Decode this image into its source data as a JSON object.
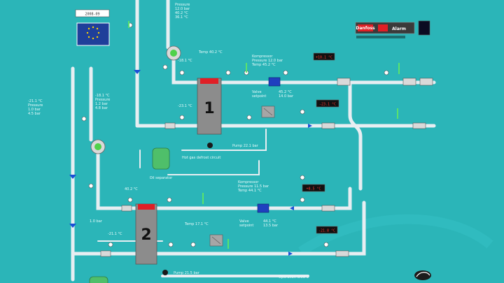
{
  "header": {
    "date_label": "2008-09",
    "eu_flag_icon": "eu-flag-icon",
    "brand_label": "Alarm",
    "brand_sub": "Danfoss"
  },
  "unit1": {
    "number": "1",
    "temp_top": "Temp 40.2 °C",
    "temp_left": "-18.1 °C",
    "temp_mid": "-23.1 °C",
    "display_top": "+10.1 °C",
    "display_right": "-23.1 °C",
    "right_info": "Kompressor\nPressure 12.0 bar\nTemp 45.2 °C",
    "valve_label": "Valve\nsetpoint",
    "valve_values": "45.2 °C\n14.0 bar",
    "left_block": "-18.1 °C\nPressure\n1.2 bar\n4.8 bar",
    "top_col": "Pressure\n12.0 bar\n40.2 °C\n36.1 °C",
    "pump_label": "Pump 22.1 bar",
    "tank_label": "Oil separator",
    "bottom_label": "Hot gas defrost circuit"
  },
  "unit2": {
    "number": "2",
    "temp_top": "40.2 °C",
    "temp_left": "-21.1 °C",
    "temp_right": "Temp 17.1 °C",
    "display_top": "+8.5 °C",
    "display_right": "-21.8 °C",
    "right_info": "Kompressor\nPressure 11.5 bar\nTemp 44.1 °C",
    "valve_label": "Valve\nsetpoint",
    "valve_values": "44.1 °C\n13.5 bar",
    "left_col": "-21.1 °C\nPressure\n1.0 bar\n4.5 bar",
    "side_label": "1.0 bar",
    "pump_label": "Pump 21.5 bar",
    "bottom_label": "Operation level 2"
  },
  "footer": {
    "caption": "Operation level 2"
  }
}
